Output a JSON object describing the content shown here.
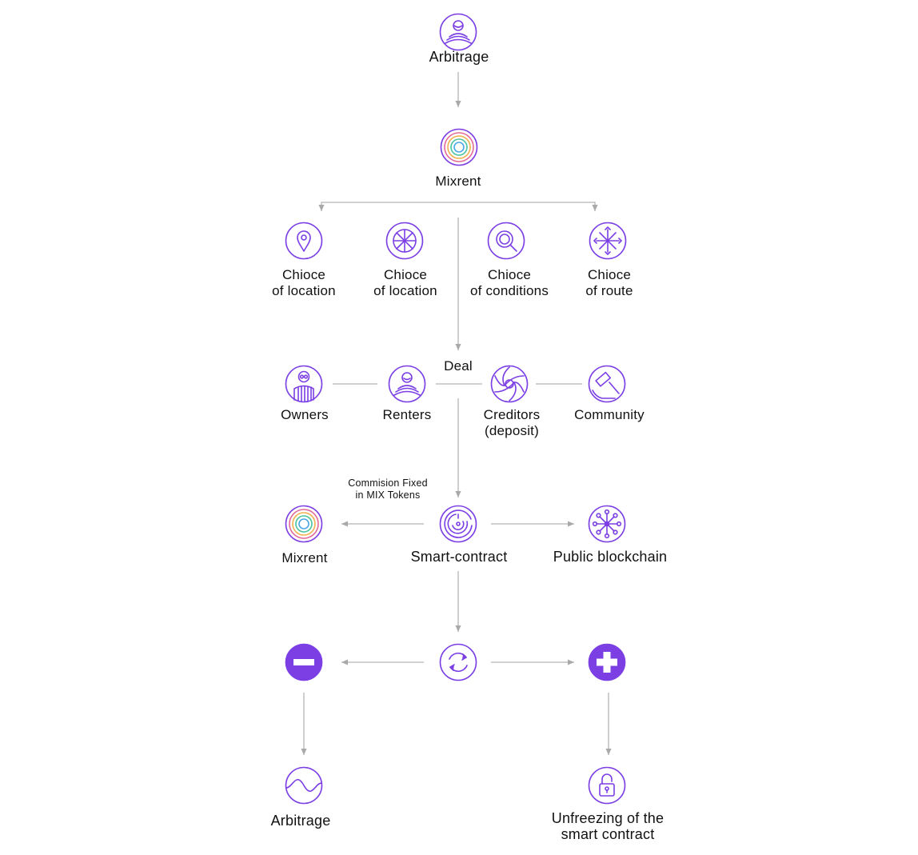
{
  "colors": {
    "accent": "#7b3fe4",
    "connector": "#b5b5b5",
    "text": "#111111",
    "ring_palette": [
      "#7b3fe4",
      "#e46a9a",
      "#f0b04f",
      "#4cc3a0",
      "#4aa7e8"
    ]
  },
  "nodes": {
    "arbitrage_top": {
      "label": "Arbitrage",
      "icon": "person-icon"
    },
    "mixrent_top": {
      "label": "Mixrent",
      "icon": "concentric-rings-icon"
    },
    "choice_location_1": {
      "label": "Chioce\nof location",
      "icon": "location-pin-icon"
    },
    "choice_location_2": {
      "label": "Chioce\nof location",
      "icon": "wheel-icon"
    },
    "choice_conditions": {
      "label": "Chioce\nof conditions",
      "icon": "magnifier-icon"
    },
    "choice_route": {
      "label": "Chioce\nof route",
      "icon": "route-burst-icon"
    },
    "deal": {
      "label": "Deal"
    },
    "owners": {
      "label": "Owners",
      "icon": "owner-icon"
    },
    "renters": {
      "label": "Renters",
      "icon": "renter-icon"
    },
    "creditors": {
      "label": "Creditors\n(deposit)",
      "icon": "aperture-icon"
    },
    "community": {
      "label": "Community",
      "icon": "gavel-icon"
    },
    "commission": {
      "label": "Commision Fixed\nin MIX Tokens"
    },
    "mixrent_fee": {
      "label": "Mixrent",
      "icon": "concentric-rings-icon"
    },
    "smart_contract": {
      "label": "Smart-contract",
      "icon": "maze-icon"
    },
    "public_blockchain": {
      "label": "Public blockchain",
      "icon": "network-icon"
    },
    "cycle": {
      "icon": "refresh-icon"
    },
    "minus": {
      "icon": "minus-icon"
    },
    "plus": {
      "icon": "plus-icon"
    },
    "arbitrage_bottom": {
      "label": "Arbitrage",
      "icon": "wave-icon"
    },
    "unfreezing": {
      "label": "Unfreezing of the\nsmart contract",
      "icon": "unlock-icon"
    }
  }
}
